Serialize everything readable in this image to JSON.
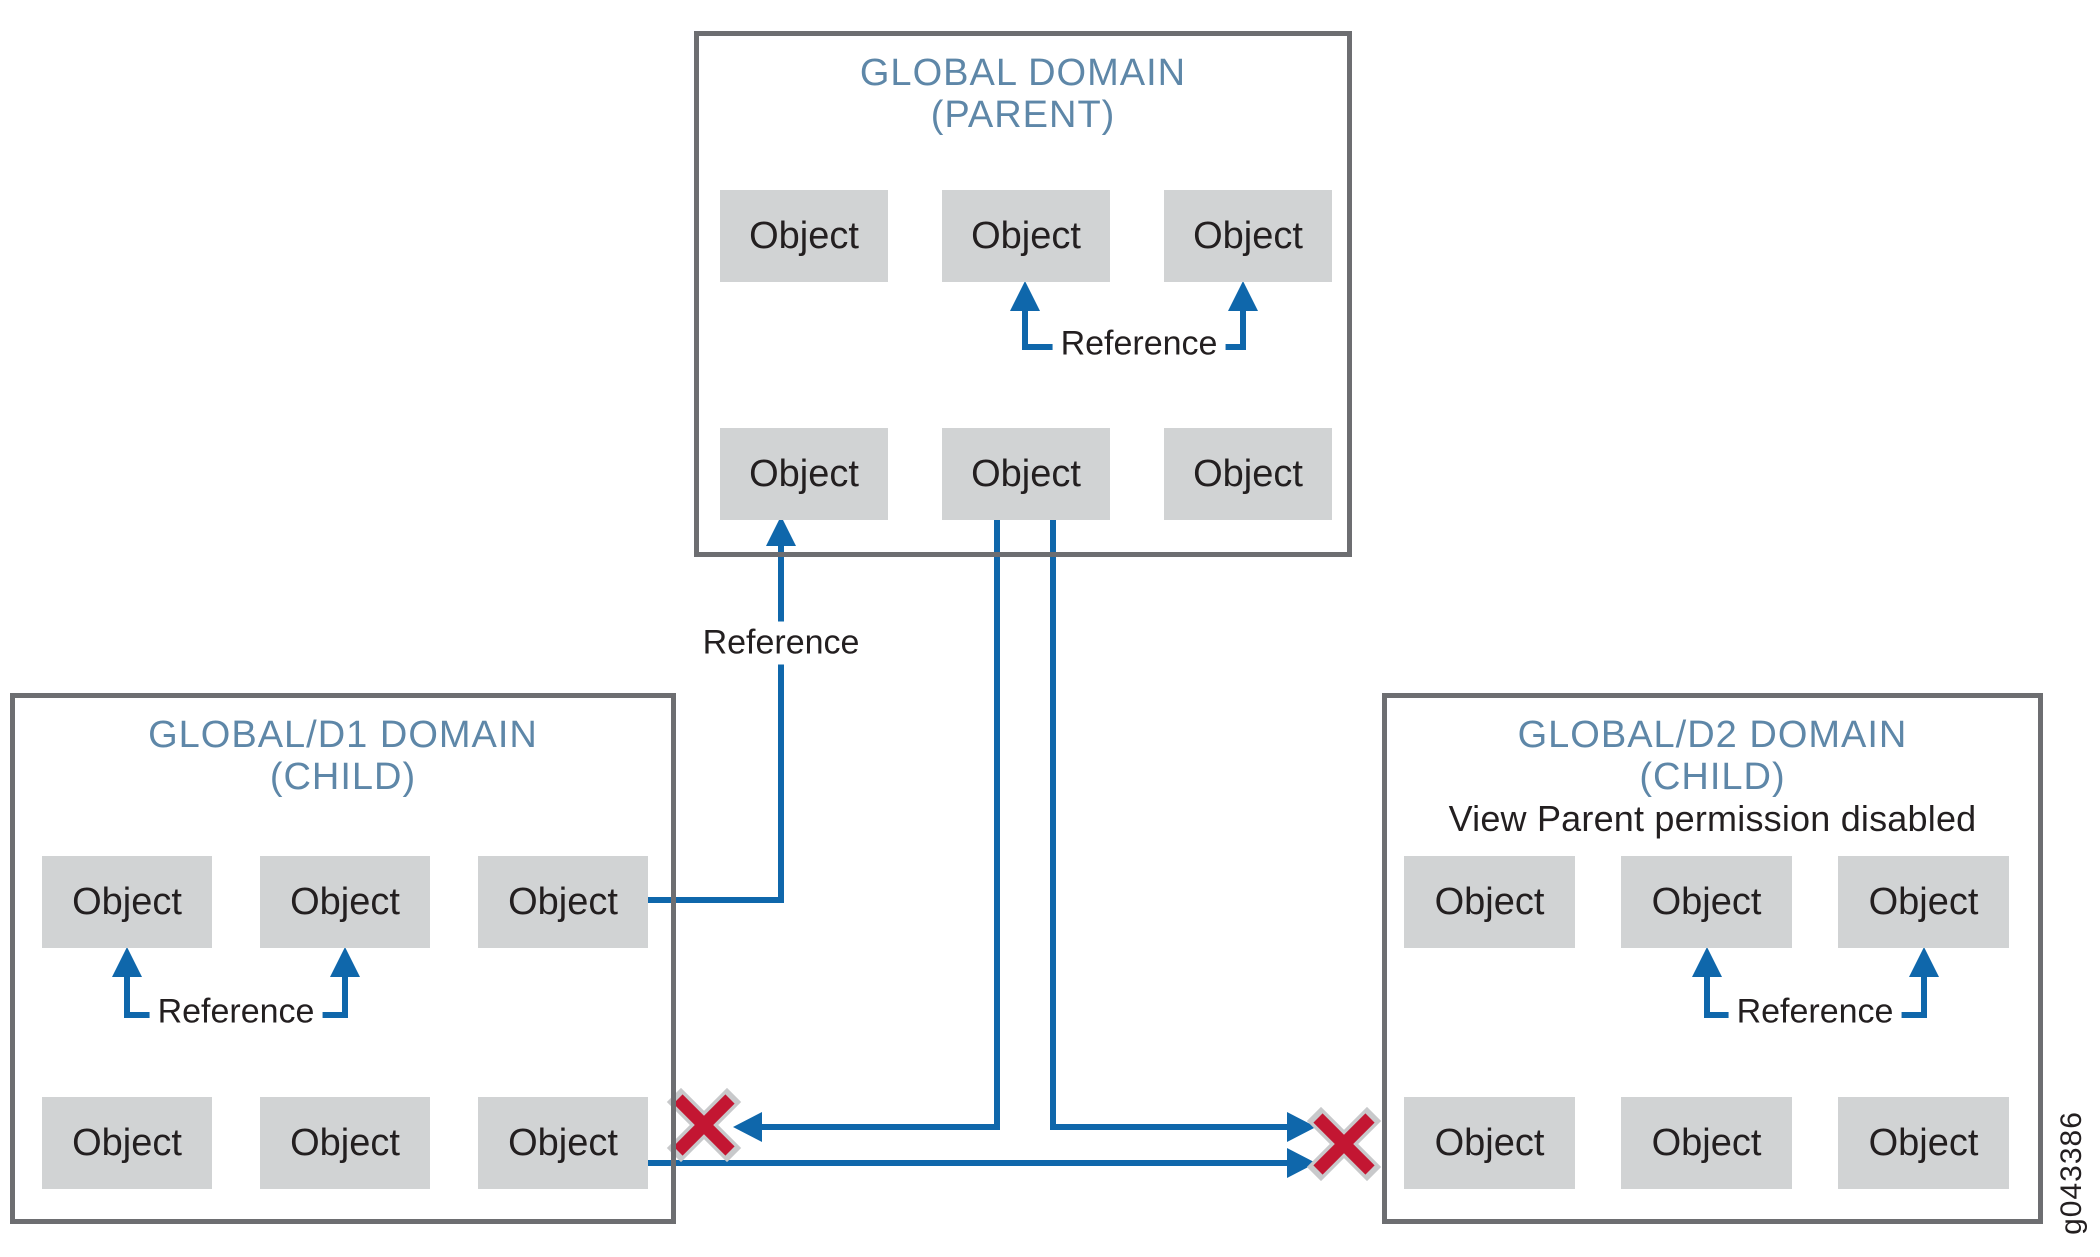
{
  "figure": {
    "id_label": "g043386"
  },
  "colors": {
    "arrow_blue": "#0f67ab",
    "blocked_cross_red": "#c31632",
    "blocked_cross_outline": "#c8c9cb",
    "box_border_gray": "#6d6e71",
    "object_fill_gray": "#d1d3d4",
    "title_steel_blue": "#5e87a8",
    "text_dark": "#231f20"
  },
  "domains": {
    "parent": {
      "title_line1": "GLOBAL DOMAIN",
      "title_line2": "(PARENT)",
      "reference_label": "Reference",
      "objects": [
        "Object",
        "Object",
        "Object",
        "Object",
        "Object",
        "Object"
      ]
    },
    "child_d1": {
      "title_line1": "GLOBAL/D1 DOMAIN",
      "title_line2": "(CHILD)",
      "reference_label": "Reference",
      "objects": [
        "Object",
        "Object",
        "Object",
        "Object",
        "Object",
        "Object"
      ]
    },
    "child_d2": {
      "title_line1": "GLOBAL/D2 DOMAIN",
      "title_line2": "(CHILD)",
      "subtitle": "View Parent permission disabled",
      "reference_label": "Reference",
      "objects": [
        "Object",
        "Object",
        "Object",
        "Object",
        "Object",
        "Object"
      ]
    }
  },
  "cross_domain": {
    "reference_label": "Reference"
  }
}
